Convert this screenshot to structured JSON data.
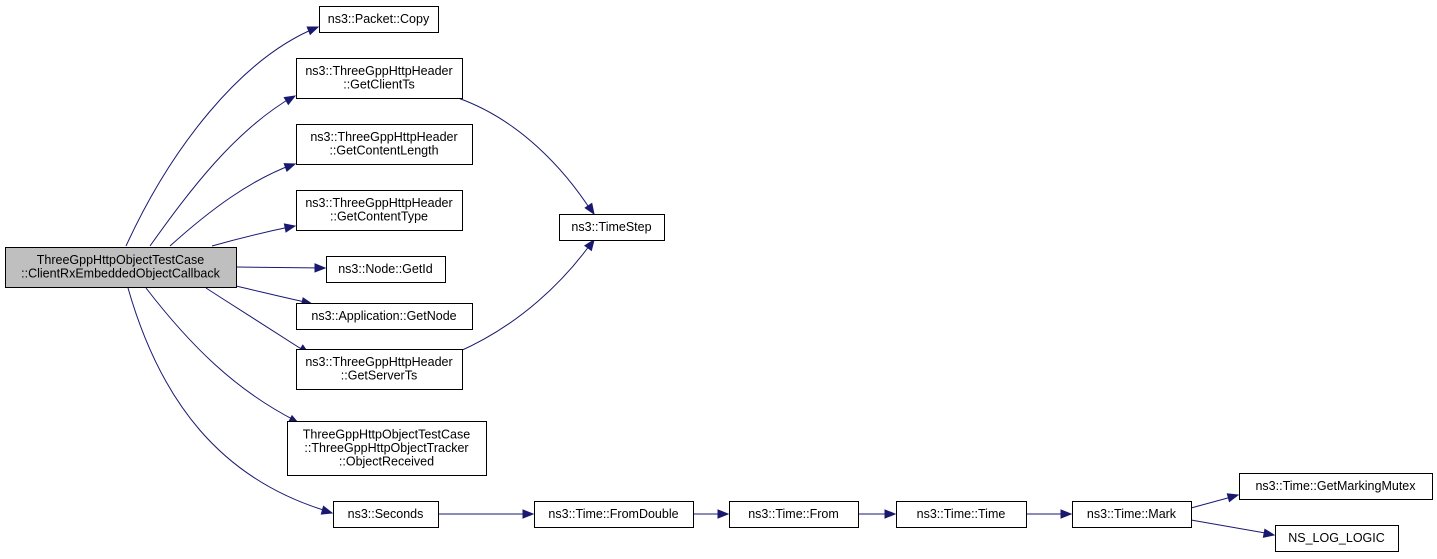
{
  "graph": {
    "nodes": [
      {
        "id": "root",
        "lines": [
          "ThreeGppHttpObjectTestCase",
          "::ClientRxEmbeddedObjectCallback"
        ],
        "root": true
      },
      {
        "id": "copy",
        "lines": [
          "ns3::Packet::Copy"
        ]
      },
      {
        "id": "getclientts",
        "lines": [
          "ns3::ThreeGppHttpHeader",
          "::GetClientTs"
        ]
      },
      {
        "id": "getcontentlength",
        "lines": [
          "ns3::ThreeGppHttpHeader",
          "::GetContentLength"
        ]
      },
      {
        "id": "getcontenttype",
        "lines": [
          "ns3::ThreeGppHttpHeader",
          "::GetContentType"
        ]
      },
      {
        "id": "getid",
        "lines": [
          "ns3::Node::GetId"
        ]
      },
      {
        "id": "getnode",
        "lines": [
          "ns3::Application::GetNode"
        ]
      },
      {
        "id": "getserverts",
        "lines": [
          "ns3::ThreeGppHttpHeader",
          "::GetServerTs"
        ]
      },
      {
        "id": "objectreceived",
        "lines": [
          "ThreeGppHttpObjectTestCase",
          "::ThreeGppHttpObjectTracker",
          "::ObjectReceived"
        ]
      },
      {
        "id": "seconds",
        "lines": [
          "ns3::Seconds"
        ]
      },
      {
        "id": "timestep",
        "lines": [
          "ns3::TimeStep"
        ]
      },
      {
        "id": "fromdouble",
        "lines": [
          "ns3::Time::FromDouble"
        ]
      },
      {
        "id": "from",
        "lines": [
          "ns3::Time::From"
        ]
      },
      {
        "id": "time",
        "lines": [
          "ns3::Time::Time"
        ]
      },
      {
        "id": "mark",
        "lines": [
          "ns3::Time::Mark"
        ]
      },
      {
        "id": "getmarkingmutex",
        "lines": [
          "ns3::Time::GetMarkingMutex"
        ]
      },
      {
        "id": "nslog",
        "lines": [
          "NS_LOG_LOGIC"
        ]
      }
    ],
    "edges": [
      {
        "from": "root",
        "to": "copy"
      },
      {
        "from": "root",
        "to": "getclientts"
      },
      {
        "from": "root",
        "to": "getcontentlength"
      },
      {
        "from": "root",
        "to": "getcontenttype"
      },
      {
        "from": "root",
        "to": "getid"
      },
      {
        "from": "root",
        "to": "getnode"
      },
      {
        "from": "root",
        "to": "getserverts"
      },
      {
        "from": "root",
        "to": "objectreceived"
      },
      {
        "from": "root",
        "to": "seconds"
      },
      {
        "from": "getclientts",
        "to": "timestep"
      },
      {
        "from": "getserverts",
        "to": "timestep"
      },
      {
        "from": "seconds",
        "to": "fromdouble"
      },
      {
        "from": "fromdouble",
        "to": "from"
      },
      {
        "from": "from",
        "to": "time"
      },
      {
        "from": "time",
        "to": "mark"
      },
      {
        "from": "mark",
        "to": "getmarkingmutex"
      },
      {
        "from": "mark",
        "to": "nslog"
      }
    ],
    "colors": {
      "edge": "#191970",
      "root_fill": "#bfbfbf",
      "node_fill": "#ffffff",
      "border": "#000000"
    }
  }
}
